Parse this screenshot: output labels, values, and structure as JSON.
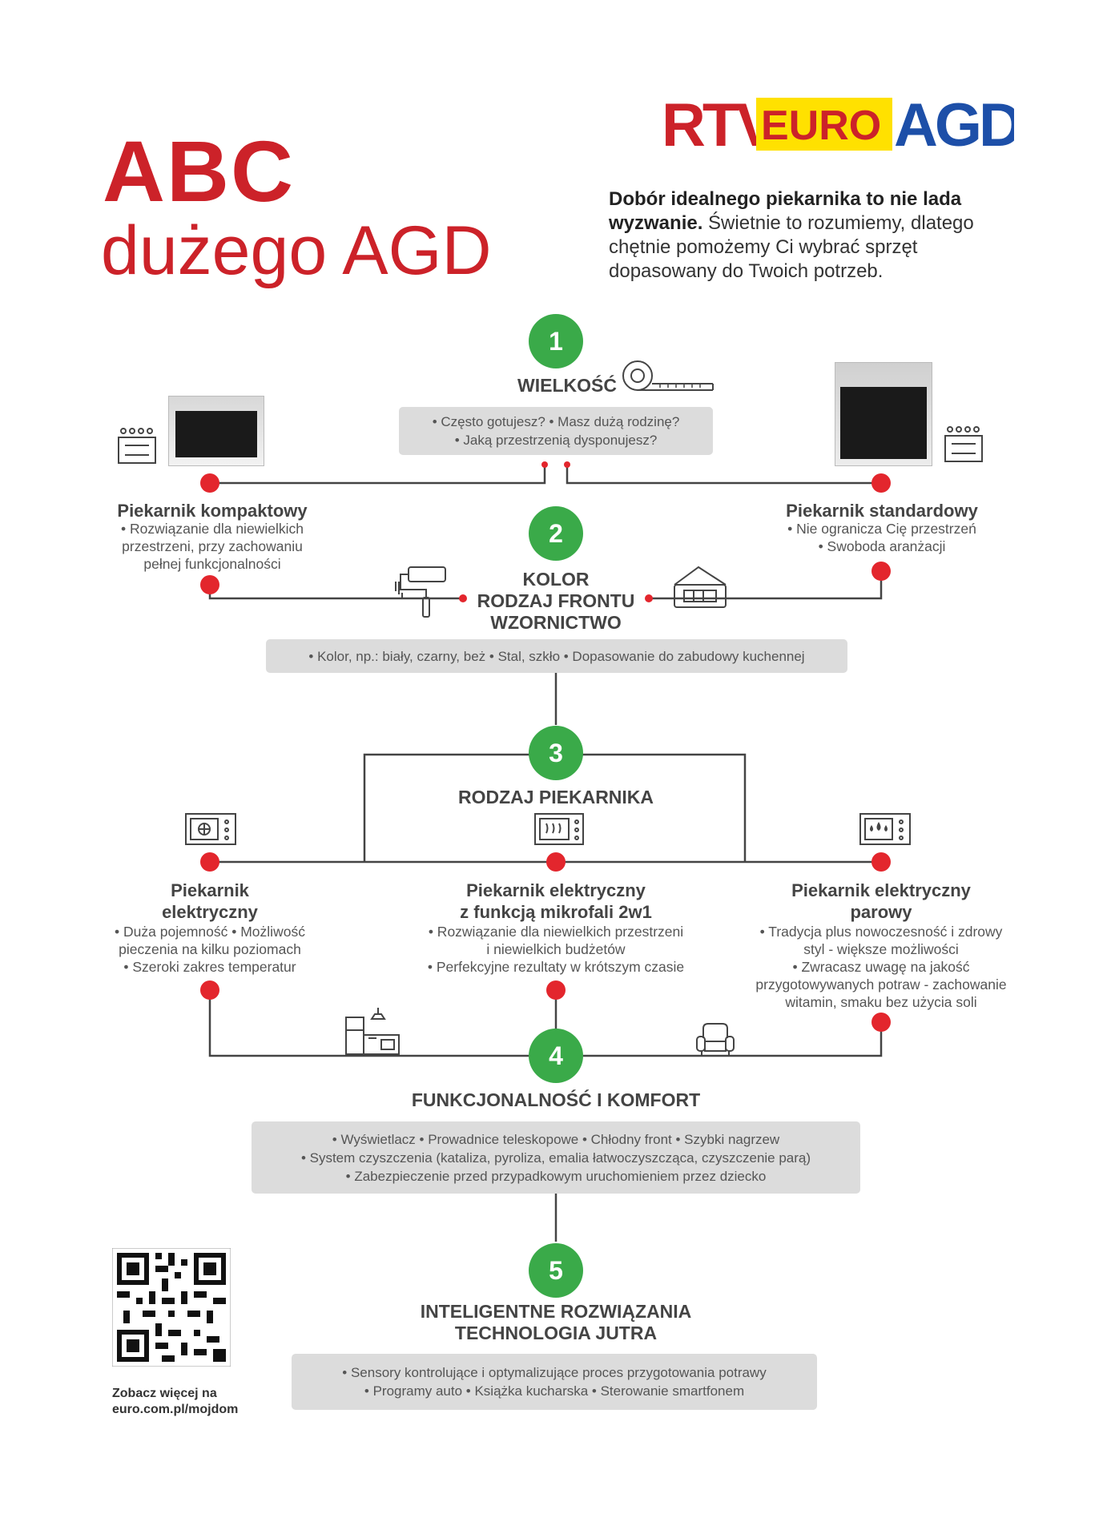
{
  "brand": {
    "logo_parts": [
      "RTV",
      "EURO",
      "AGD"
    ],
    "colors": {
      "red": "#cc2229",
      "green": "#3aaa49",
      "yellow": "#ffe100",
      "blue": "#1d4fa8",
      "gray_box": "#dcdcdc"
    }
  },
  "header": {
    "title_line1": "ABC",
    "title_line2": "dużego AGD",
    "intro_bold": "Dobór idealnego piekarnika to nie lada wyzwanie.",
    "intro_rest": " Świetnie to rozumiemy, dlatego chętnie pomożemy Ci wybrać sprzęt dopasowany do Twoich potrzeb."
  },
  "steps": [
    {
      "number": "1",
      "title": "WIELKOŚĆ",
      "icon": "measuring-tape-icon",
      "box": [
        "• Często gotujesz? • Masz dużą rodzinę?",
        "• Jaką przestrzenią dysponujesz?"
      ]
    },
    {
      "number": "2",
      "title_lines": [
        "KOLOR",
        "RODZAJ FRONTU",
        "WZORNICTWO"
      ],
      "icons": [
        "paint-roller-icon",
        "oven-front-icon"
      ],
      "box": [
        "• Kolor, np.: biały, czarny, beż • Stal, szkło • Dopasowanie do zabudowy kuchennej"
      ]
    },
    {
      "number": "3",
      "title": "RODZAJ PIEKARNIKA",
      "icon": "microwave-oven-icon"
    },
    {
      "number": "4",
      "title": "FUNKCJONALNOŚĆ I KOMFORT",
      "icons": [
        "kitchen-icon",
        "armchair-icon"
      ],
      "box": [
        "• Wyświetlacz • Prowadnice teleskopowe • Chłodny front • Szybki nagrzew",
        "• System czyszczenia (kataliza, pyroliza, emalia łatwoczyszcząca, czyszczenie parą)",
        "• Zabezpieczenie przed przypadkowym uruchomieniem przez dziecko"
      ]
    },
    {
      "number": "5",
      "title_lines": [
        "INTELIGENTNE ROZWIĄZANIA",
        "TECHNOLOGIA JUTRA"
      ],
      "box": [
        "• Sensory kontrolujące i optymalizujące proces przygotowania potrawy",
        "• Programy auto • Książka kucharska • Sterowanie smartfonem"
      ]
    }
  ],
  "ovens_size": [
    {
      "name": "Piekarnik kompaktowy",
      "icon": "compact-oven-icon",
      "desc": [
        "• Rozwiązanie dla niewielkich",
        "przestrzeni, przy zachowaniu",
        "pełnej funkcjonalności"
      ]
    },
    {
      "name": "Piekarnik standardowy",
      "icon": "standard-oven-icon",
      "desc": [
        "• Nie ogranicza Cię przestrzeń",
        "• Swoboda aranżacji"
      ]
    }
  ],
  "oven_types": [
    {
      "name_lines": [
        "Piekarnik",
        "elektryczny"
      ],
      "icon": "fan-oven-icon",
      "desc": [
        "• Duża pojemność • Możliwość",
        "pieczenia na kilku poziomach",
        "• Szeroki zakres temperatur"
      ]
    },
    {
      "name_lines": [
        "Piekarnik elektryczny",
        "z funkcją mikrofali 2w1"
      ],
      "icon": "microwave-icon",
      "desc": [
        "• Rozwiązanie dla niewielkich przestrzeni",
        "i niewielkich budżetów",
        "• Perfekcyjne rezultaty w krótszym czasie"
      ]
    },
    {
      "name_lines": [
        "Piekarnik elektryczny",
        "parowy"
      ],
      "icon": "steam-oven-icon",
      "desc": [
        "• Tradycja plus nowoczesność i zdrowy",
        "styl - większe możliwości",
        "• Zwracasz uwagę na jakość",
        "przygotowywanych potraw - zachowanie",
        "witamin, smaku bez użycia soli"
      ]
    }
  ],
  "footer": {
    "qr_icon": "qr-code-icon",
    "caption_line1": "Zobacz więcej na",
    "caption_line2": "euro.com.pl/mojdom"
  }
}
